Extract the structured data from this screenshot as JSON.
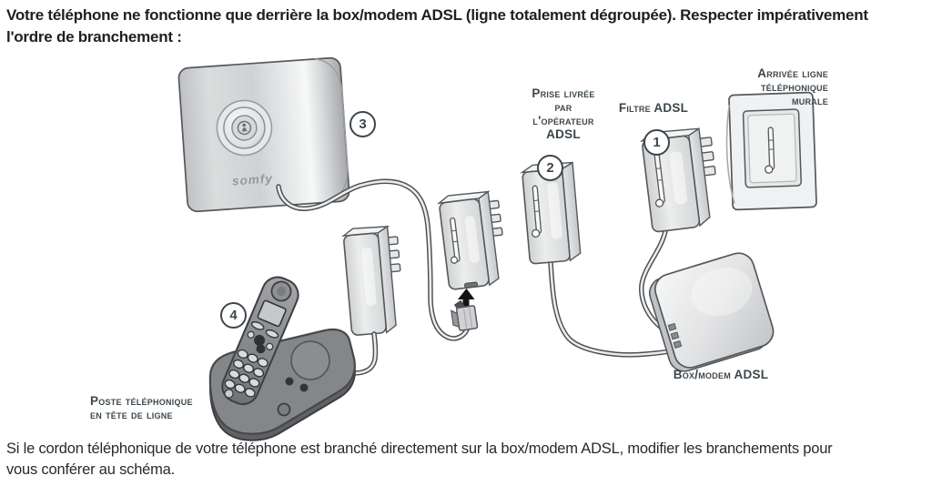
{
  "intro": "Votre téléphone ne fonctionne que derrière la box/modem ADSL (ligne totalement dégroupée). Respecter impérativement\nl'ordre de branchement :",
  "footer": "Si le cordon téléphonique de votre téléphone est branché directement sur la box/modem ADSL, modifier les branchements pour\nvous conférer au schéma.",
  "diagram": {
    "brand": "somfy",
    "steps": {
      "filtre_adsl": "1",
      "prise_operateur": "2",
      "transmetteur": "3",
      "poste_telephonique": "4"
    },
    "labels": {
      "prise_operateur": "Prise livrée\npar\nl'opérateur\nADSL",
      "filtre_adsl": "Filtre ADSL",
      "arrivee_ligne": "Arrivée ligne\ntéléphonique\nmurale",
      "poste_telephonique": "Poste téléphonique\nen tête de ligne",
      "box_modem": "Box/modem ADSL"
    },
    "icons": {
      "insert_arrow": "↑"
    },
    "colors": {
      "label_text": "#3e464b",
      "body_text": "#1f1f21",
      "device_stroke": "#55585b",
      "device_fill": "#e9eaeb",
      "phone_body": "#84868a",
      "cord_outline": "#4c4f51"
    }
  }
}
